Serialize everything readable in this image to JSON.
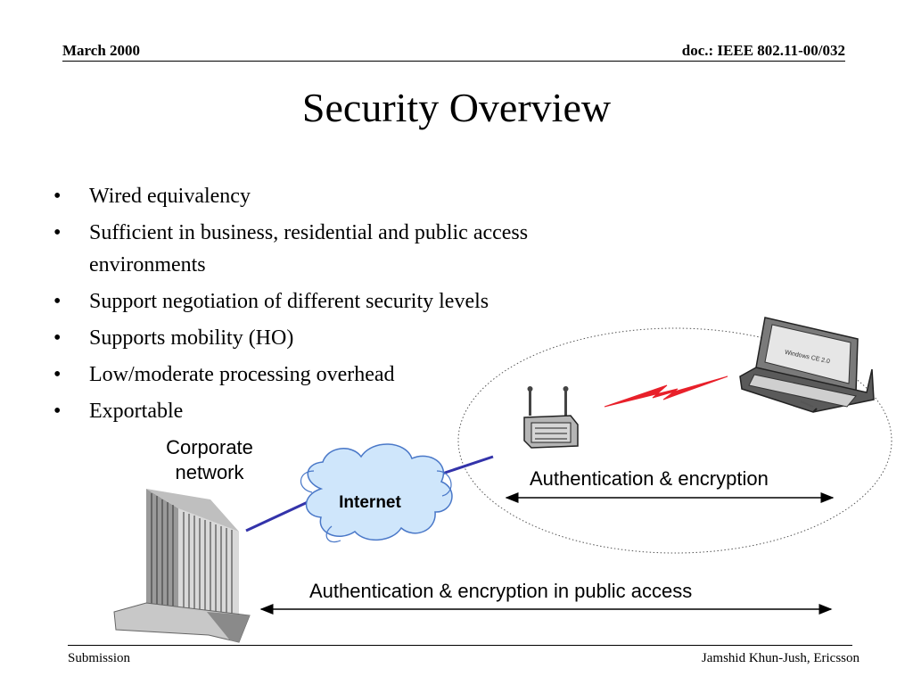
{
  "header": {
    "date": "March 2000",
    "doc": "doc.: IEEE 802.11-00/032"
  },
  "title": "Security Overview",
  "bullets": [
    "Wired equivalency",
    "Sufficient in business, residential and public access environments",
    "Support negotiation of different security levels",
    "Supports mobility (HO)",
    "Low/moderate processing overhead",
    "Exportable"
  ],
  "bullet_marker": "•",
  "diagram": {
    "corporate_label": "Corporate network",
    "internet_label": "Internet",
    "wlan_auth_label": "Authentication & encryption",
    "public_auth_label": "Authentication & encryption in public access",
    "device_screen_text": "Windows CE 2.0"
  },
  "footer": {
    "left": "Submission",
    "right": "Jamshid Khun-Jush, Ericsson"
  },
  "colors": {
    "link_line": "#3333aa",
    "radio_bolt": "#e8202a",
    "cloud_fill": "#cfe6fb",
    "cloud_stroke": "#4a78c8"
  }
}
